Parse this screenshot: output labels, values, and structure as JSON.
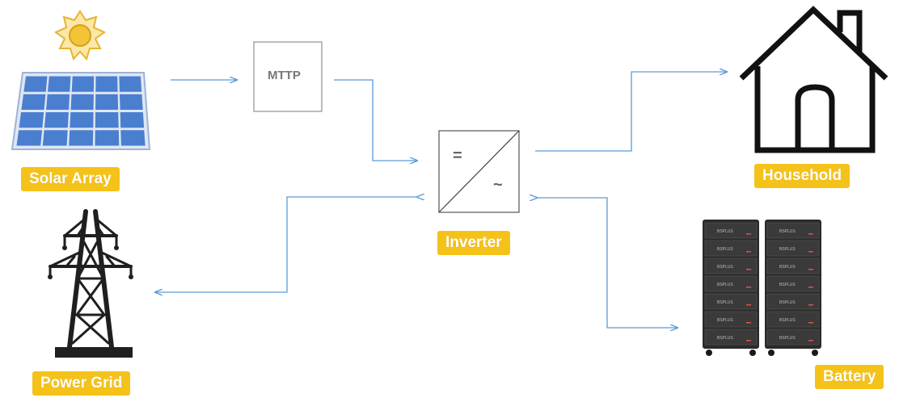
{
  "labels": {
    "solar_array": "Solar Array",
    "power_grid": "Power Grid",
    "mttp": "MTTP",
    "inverter": "Inverter",
    "household": "Household",
    "battery": "Battery"
  },
  "inverter_symbols": {
    "dc": "=",
    "ac": "~"
  },
  "battery_brand": "BSPLUS",
  "colors": {
    "label_bg": "#f5c21a",
    "arrow": "#5b9bd5",
    "panel": "#4a7fd0",
    "sun": "#f0c23a",
    "battery": "#2b2b2b"
  },
  "icons": [
    "sun-icon",
    "solar-panel-icon",
    "power-tower-icon",
    "house-icon",
    "battery-rack-icon"
  ]
}
